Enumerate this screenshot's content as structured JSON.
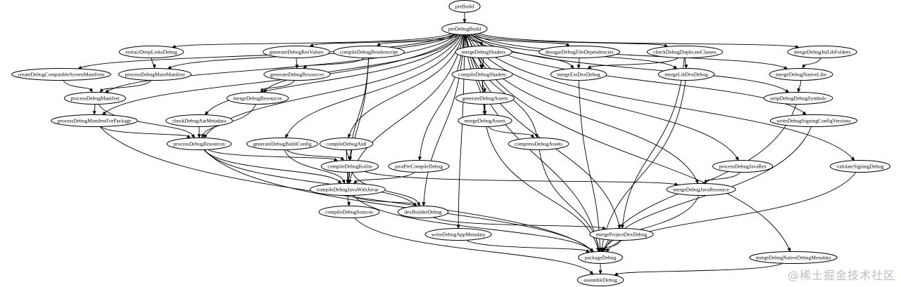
{
  "graph": {
    "nodes": [
      {
        "id": "preBuild",
        "label": "preBuild"
      },
      {
        "id": "preDebugBuild",
        "label": "preDebugBuild"
      },
      {
        "id": "extractDeepLinksDebug",
        "label": "extractDeepLinksDebug"
      },
      {
        "id": "generateDebugResValues",
        "label": "generateDebugResValues"
      },
      {
        "id": "compileDebugRenderscript",
        "label": "compileDebugRenderscript"
      },
      {
        "id": "mergeDebugShaders",
        "label": "mergeDebugShaders"
      },
      {
        "id": "desugarDebugFileDependencies",
        "label": "desugarDebugFileDependencies"
      },
      {
        "id": "checkDebugDuplicateClasses",
        "label": "checkDebugDuplicateClasses"
      },
      {
        "id": "mergeDebugJniLibFolders",
        "label": "mergeDebugJniLibFolders"
      },
      {
        "id": "createDebugCompatibleScreenManifests",
        "label": "createDebugCompatibleScreenManifests"
      },
      {
        "id": "processDebugMainManifest",
        "label": "processDebugMainManifest"
      },
      {
        "id": "generateDebugResources",
        "label": "generateDebugResources"
      },
      {
        "id": "compileDebugShaders",
        "label": "compileDebugShaders"
      },
      {
        "id": "mergeExtDexDebug",
        "label": "mergeExtDexDebug"
      },
      {
        "id": "mergeLibDexDebug",
        "label": "mergeLibDexDebug"
      },
      {
        "id": "mergeDebugNativeLibs",
        "label": "mergeDebugNativeLibs"
      },
      {
        "id": "processDebugManifest",
        "label": "processDebugManifest"
      },
      {
        "id": "mergeDebugResources",
        "label": "mergeDebugResources"
      },
      {
        "id": "generateDebugAssets",
        "label": "generateDebugAssets"
      },
      {
        "id": "stripDebugDebugSymbols",
        "label": "stripDebugDebugSymbols"
      },
      {
        "id": "processDebugManifestForPackage",
        "label": "processDebugManifestForPackage"
      },
      {
        "id": "checkDebugAarMetadata",
        "label": "checkDebugAarMetadata"
      },
      {
        "id": "mergeDebugAssets",
        "label": "mergeDebugAssets"
      },
      {
        "id": "writeDebugSigningConfigVersions",
        "label": "writeDebugSigningConfigVersions"
      },
      {
        "id": "processDebugResources",
        "label": "processDebugResources"
      },
      {
        "id": "generateDebugBuildConfig",
        "label": "generateDebugBuildConfig"
      },
      {
        "id": "compileDebugAidl",
        "label": "compileDebugAidl"
      },
      {
        "id": "compressDebugAssets",
        "label": "compressDebugAssets"
      },
      {
        "id": "compileDebugKotlin",
        "label": "compileDebugKotlin"
      },
      {
        "id": "javaPreCompileDebug",
        "label": "javaPreCompileDebug"
      },
      {
        "id": "processDebugJavaRes",
        "label": "processDebugJavaRes"
      },
      {
        "id": "validateSigningDebug",
        "label": "validateSigningDebug"
      },
      {
        "id": "compileDebugJavaWithJavac",
        "label": "compileDebugJavaWithJavac"
      },
      {
        "id": "mergeDebugJavaResource",
        "label": "mergeDebugJavaResource"
      },
      {
        "id": "compileDebugSources",
        "label": "compileDebugSources"
      },
      {
        "id": "dexBuilderDebug",
        "label": "dexBuilderDebug"
      },
      {
        "id": "writeDebugAppMetadata",
        "label": "writeDebugAppMetadata"
      },
      {
        "id": "mergeProjectDexDebug",
        "label": "mergeProjectDexDebug"
      },
      {
        "id": "packageDebug",
        "label": "packageDebug"
      },
      {
        "id": "mergeDebugNativeDebugMetadata",
        "label": "mergeDebugNativeDebugMetadata"
      },
      {
        "id": "assembleDebug",
        "label": "assembleDebug"
      }
    ],
    "edges": [
      [
        "preBuild",
        "preDebugBuild"
      ],
      [
        "preDebugBuild",
        "extractDeepLinksDebug"
      ],
      [
        "preDebugBuild",
        "generateDebugResValues"
      ],
      [
        "preDebugBuild",
        "compileDebugRenderscript"
      ],
      [
        "preDebugBuild",
        "mergeDebugShaders"
      ],
      [
        "preDebugBuild",
        "desugarDebugFileDependencies"
      ],
      [
        "preDebugBuild",
        "checkDebugDuplicateClasses"
      ],
      [
        "preDebugBuild",
        "mergeDebugJniLibFolders"
      ],
      [
        "preDebugBuild",
        "createDebugCompatibleScreenManifests"
      ],
      [
        "preDebugBuild",
        "processDebugMainManifest"
      ],
      [
        "preDebugBuild",
        "processDebugManifest"
      ],
      [
        "preDebugBuild",
        "processDebugManifestForPackage"
      ],
      [
        "preDebugBuild",
        "checkDebugAarMetadata"
      ],
      [
        "preDebugBuild",
        "mergeDebugResources"
      ],
      [
        "preDebugBuild",
        "processDebugResources"
      ],
      [
        "preDebugBuild",
        "generateDebugBuildConfig"
      ],
      [
        "preDebugBuild",
        "compileDebugAidl"
      ],
      [
        "preDebugBuild",
        "compileDebugJavaWithJavac"
      ],
      [
        "preDebugBuild",
        "javaPreCompileDebug"
      ],
      [
        "preDebugBuild",
        "compileDebugShaders"
      ],
      [
        "preDebugBuild",
        "mergeDebugAssets"
      ],
      [
        "preDebugBuild",
        "compressDebugAssets"
      ],
      [
        "preDebugBuild",
        "writeDebugAppMetadata"
      ],
      [
        "preDebugBuild",
        "mergeExtDexDebug"
      ],
      [
        "preDebugBuild",
        "mergeProjectDexDebug"
      ],
      [
        "preDebugBuild",
        "mergeLibDexDebug"
      ],
      [
        "preDebugBuild",
        "dexBuilderDebug"
      ],
      [
        "preDebugBuild",
        "mergeDebugJavaResource"
      ],
      [
        "preDebugBuild",
        "processDebugJavaRes"
      ],
      [
        "preDebugBuild",
        "mergeDebugNativeLibs"
      ],
      [
        "preDebugBuild",
        "stripDebugDebugSymbols"
      ],
      [
        "preDebugBuild",
        "writeDebugSigningConfigVersions"
      ],
      [
        "preDebugBuild",
        "validateSigningDebug"
      ],
      [
        "preDebugBuild",
        "packageDebug"
      ],
      [
        "preDebugBuild",
        "mergeDebugNativeDebugMetadata"
      ],
      [
        "extractDeepLinksDebug",
        "processDebugMainManifest"
      ],
      [
        "createDebugCompatibleScreenManifests",
        "processDebugManifest"
      ],
      [
        "processDebugMainManifest",
        "processDebugManifest"
      ],
      [
        "processDebugManifest",
        "processDebugManifestForPackage"
      ],
      [
        "processDebugManifest",
        "processDebugResources"
      ],
      [
        "processDebugManifestForPackage",
        "processDebugResources"
      ],
      [
        "processDebugManifestForPackage",
        "packageDebug"
      ],
      [
        "generateDebugResValues",
        "generateDebugResources"
      ],
      [
        "compileDebugRenderscript",
        "generateDebugResources"
      ],
      [
        "compileDebugRenderscript",
        "compileDebugKotlin"
      ],
      [
        "compileDebugRenderscript",
        "compileDebugJavaWithJavac"
      ],
      [
        "generateDebugResources",
        "mergeDebugResources"
      ],
      [
        "mergeDebugResources",
        "processDebugResources"
      ],
      [
        "checkDebugAarMetadata",
        "processDebugResources"
      ],
      [
        "processDebugResources",
        "compileDebugKotlin"
      ],
      [
        "processDebugResources",
        "compileDebugJavaWithJavac"
      ],
      [
        "processDebugResources",
        "dexBuilderDebug"
      ],
      [
        "processDebugResources",
        "packageDebug"
      ],
      [
        "generateDebugBuildConfig",
        "compileDebugKotlin"
      ],
      [
        "generateDebugBuildConfig",
        "compileDebugJavaWithJavac"
      ],
      [
        "compileDebugAidl",
        "compileDebugKotlin"
      ],
      [
        "compileDebugAidl",
        "compileDebugJavaWithJavac"
      ],
      [
        "javaPreCompileDebug",
        "compileDebugJavaWithJavac"
      ],
      [
        "compileDebugKotlin",
        "compileDebugJavaWithJavac"
      ],
      [
        "compileDebugKotlin",
        "dexBuilderDebug"
      ],
      [
        "compileDebugKotlin",
        "mergeDebugJavaResource"
      ],
      [
        "compileDebugJavaWithJavac",
        "compileDebugSources"
      ],
      [
        "compileDebugJavaWithJavac",
        "dexBuilderDebug"
      ],
      [
        "compileDebugJavaWithJavac",
        "packageDebug"
      ],
      [
        "compileDebugSources",
        "assembleDebug"
      ],
      [
        "dexBuilderDebug",
        "mergeProjectDexDebug"
      ],
      [
        "mergeDebugShaders",
        "compileDebugShaders"
      ],
      [
        "compileDebugShaders",
        "generateDebugAssets"
      ],
      [
        "compileDebugShaders",
        "mergeDebugAssets"
      ],
      [
        "generateDebugAssets",
        "mergeDebugAssets"
      ],
      [
        "mergeDebugAssets",
        "compressDebugAssets"
      ],
      [
        "mergeDebugAssets",
        "packageDebug"
      ],
      [
        "compressDebugAssets",
        "packageDebug"
      ],
      [
        "desugarDebugFileDependencies",
        "mergeExtDexDebug"
      ],
      [
        "checkDebugDuplicateClasses",
        "mergeExtDexDebug"
      ],
      [
        "checkDebugDuplicateClasses",
        "mergeLibDexDebug"
      ],
      [
        "checkDebugDuplicateClasses",
        "mergeProjectDexDebug"
      ],
      [
        "mergeExtDexDebug",
        "packageDebug"
      ],
      [
        "mergeLibDexDebug",
        "packageDebug"
      ],
      [
        "mergeProjectDexDebug",
        "packageDebug"
      ],
      [
        "mergeDebugJniLibFolders",
        "mergeDebugNativeLibs"
      ],
      [
        "mergeDebugNativeLibs",
        "stripDebugDebugSymbols"
      ],
      [
        "stripDebugDebugSymbols",
        "packageDebug"
      ],
      [
        "processDebugJavaRes",
        "mergeDebugJavaResource"
      ],
      [
        "mergeDebugJavaResource",
        "packageDebug"
      ],
      [
        "writeDebugAppMetadata",
        "packageDebug"
      ],
      [
        "writeDebugSigningConfigVersions",
        "packageDebug"
      ],
      [
        "validateSigningDebug",
        "packageDebug"
      ],
      [
        "packageDebug",
        "assembleDebug"
      ],
      [
        "mergeDebugNativeDebugMetadata",
        "assembleDebug"
      ]
    ]
  },
  "watermark": "@稀土掘金技术社区"
}
